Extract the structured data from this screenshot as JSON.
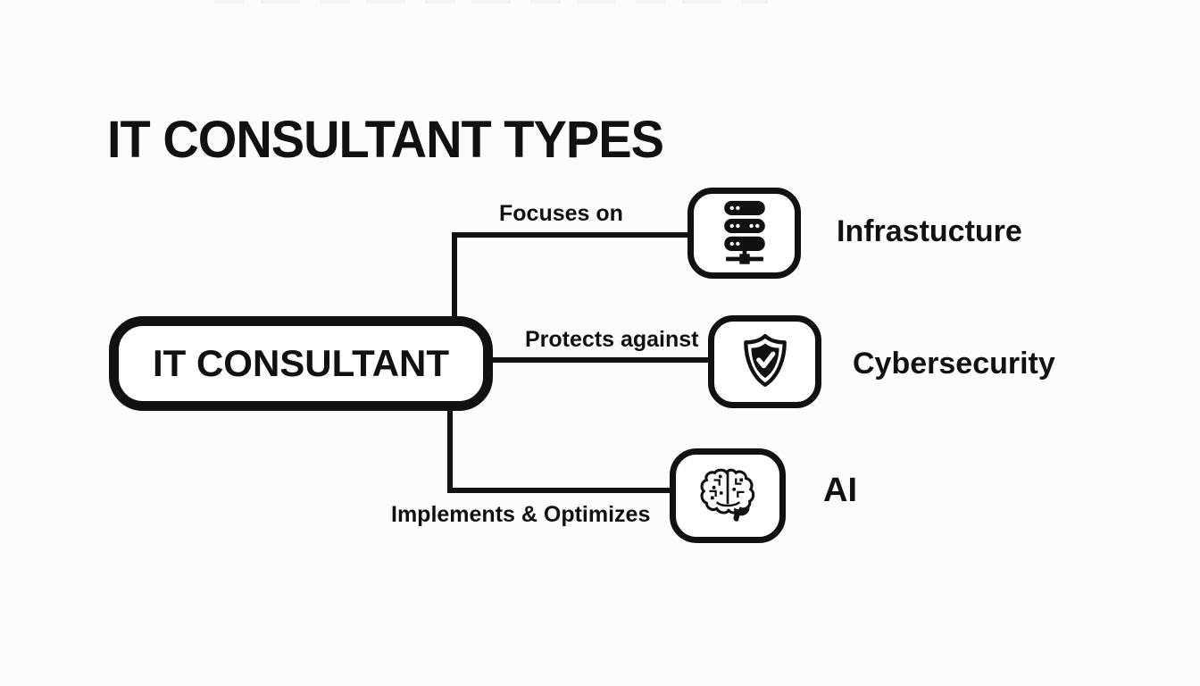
{
  "title": "IT CONSULTANT TYPES",
  "colors": {
    "ink": "#111111",
    "background": "#fcfcfc",
    "node_fill": "#ffffff"
  },
  "root_node": {
    "label": "IT CONSULTANT"
  },
  "branches": [
    {
      "relation": "Focuses on",
      "target": "Infrastucture",
      "icon": "server-rack-icon"
    },
    {
      "relation": "Protects against",
      "target": "Cybersecurity",
      "icon": "shield-check-icon"
    },
    {
      "relation": "Implements & Optimizes",
      "target": "AI",
      "icon": "brain-circuit-icon"
    }
  ]
}
